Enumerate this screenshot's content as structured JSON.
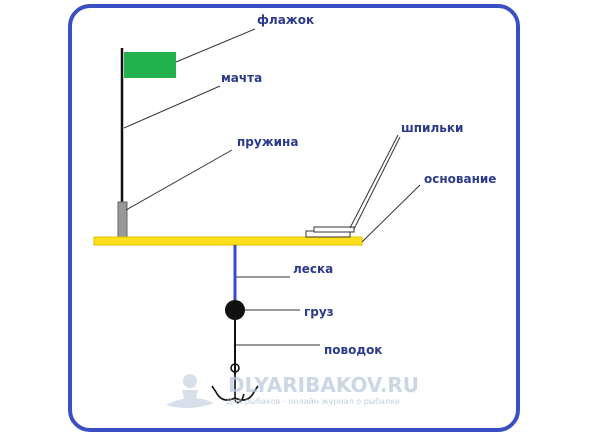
{
  "labels": {
    "flag": "флажок",
    "mast": "мачта",
    "spring": "пружина",
    "pins": "шпильки",
    "base": "основание",
    "line": "леска",
    "weight": "груз",
    "leader": "поводок"
  },
  "watermark": {
    "site": "DLYARIBAKOV.RU",
    "tagline": "Для рыбаков - онлайн журнал о рыбалке"
  },
  "colors": {
    "frame": "#3b4fc4",
    "flag": "#22b14c",
    "base": "#ffe01a",
    "line": "#3f48cc",
    "label": "#2c3a8c"
  }
}
